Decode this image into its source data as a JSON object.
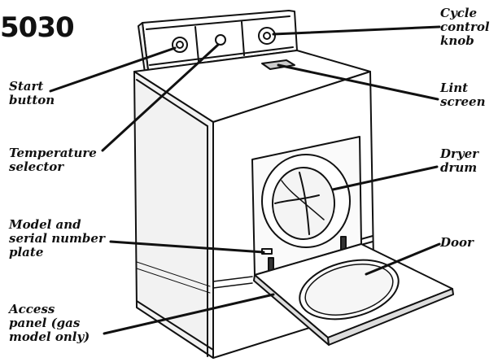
{
  "model_number": "5030",
  "callouts": {
    "cycle_control_knob": "Cycle\ncontrol\nknob",
    "start_button": "Start\nbutton",
    "lint_screen": "Lint\nscreen",
    "temperature_selector": "Temperature\nselector",
    "dryer_drum": "Dryer\ndrum",
    "model_serial_plate": "Model and\nserial number\nplate",
    "door": "Door",
    "access_panel": "Access\npanel (gas\nmodel only)"
  }
}
